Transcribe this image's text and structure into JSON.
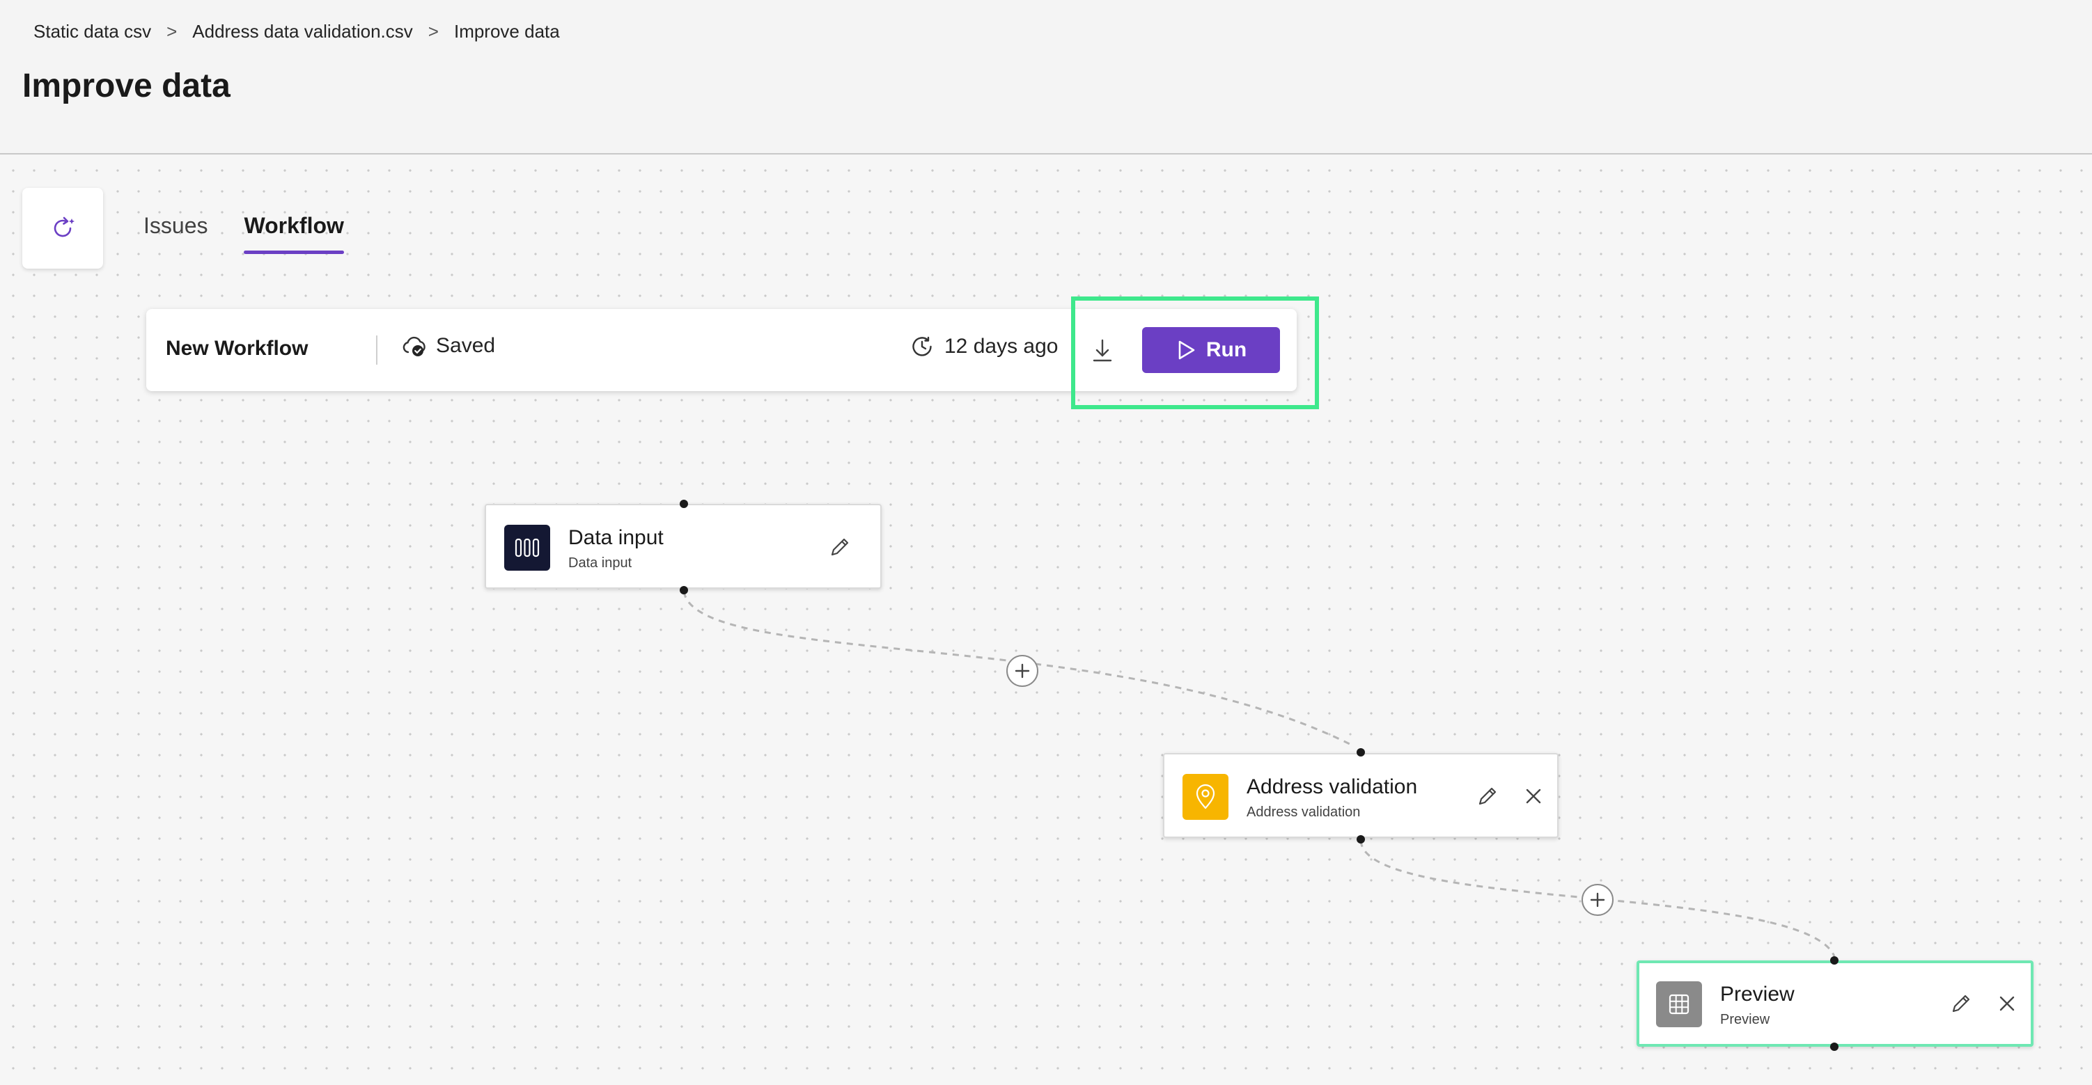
{
  "breadcrumb": {
    "items": [
      "Static data csv",
      "Address data validation.csv",
      "Improve data"
    ],
    "separator": ">"
  },
  "page": {
    "title": "Improve data"
  },
  "tabs": [
    {
      "label": "Issues",
      "active": false
    },
    {
      "label": "Workflow",
      "active": true
    }
  ],
  "toolbar": {
    "workflow_name": "New Workflow",
    "save_status": "Saved",
    "last_modified": "12 days ago",
    "run_label": "Run",
    "icons": [
      "cloud-check-icon",
      "clock-icon",
      "download-icon",
      "play-icon"
    ]
  },
  "nodes": [
    {
      "title": "Data input",
      "subtitle": "Data input",
      "icon": "data-columns-icon",
      "icon_color": "#141833"
    },
    {
      "title": "Address validation",
      "subtitle": "Address validation",
      "icon": "location-pin-icon",
      "icon_color": "#f7b500"
    },
    {
      "title": "Preview",
      "subtitle": "Preview",
      "icon": "table-grid-icon",
      "icon_color": "#8a8a8a"
    }
  ],
  "colors": {
    "accent": "#6b3fc4",
    "highlight": "#3ee88c",
    "selected_node_border": "#6fe8b3"
  }
}
